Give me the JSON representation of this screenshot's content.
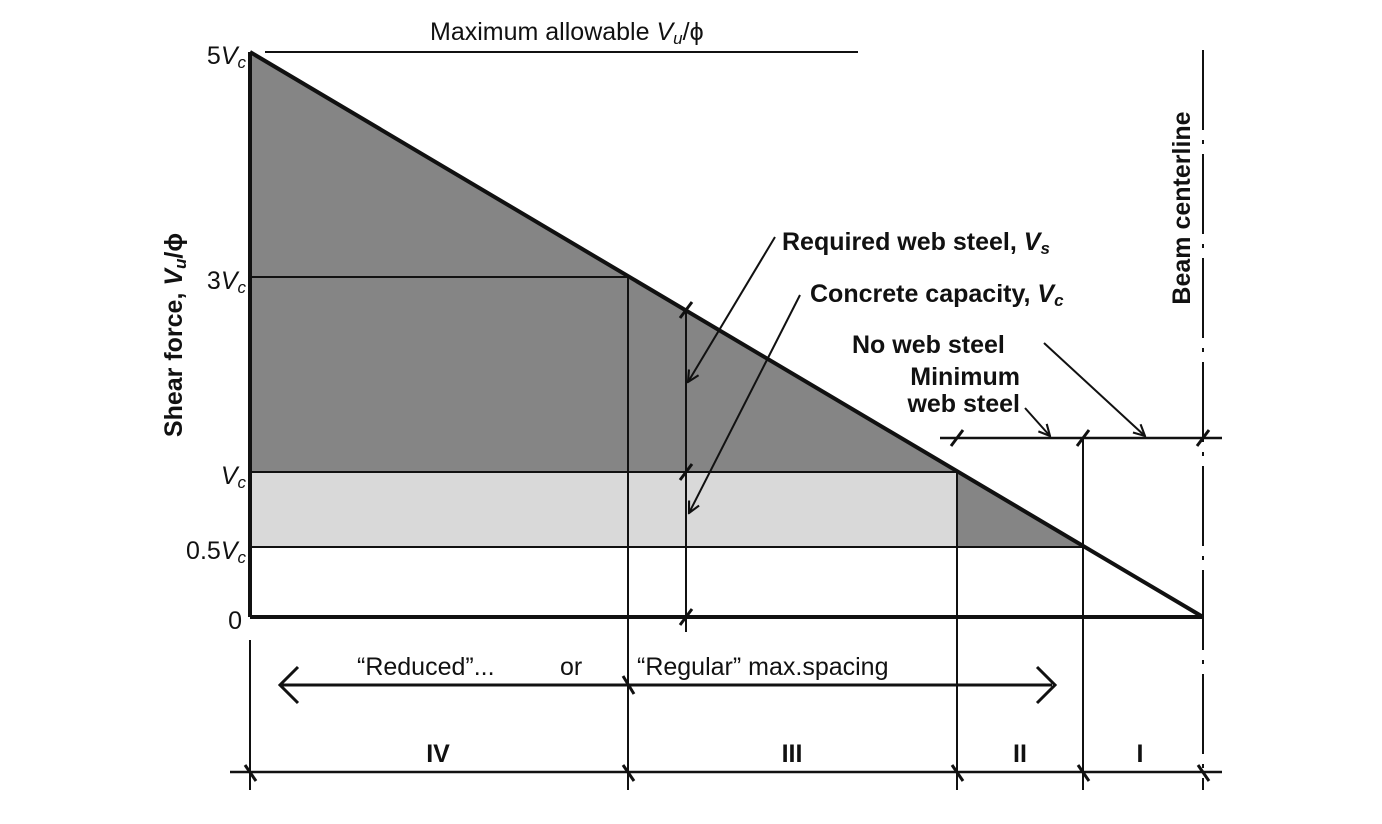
{
  "max_allowable": {
    "text": "Maximum allowable ",
    "v": "V",
    "sub": "u",
    "phi": "/ϕ"
  },
  "y_axis": {
    "title": "Shear force, ",
    "v": "V",
    "sub": "u",
    "phi": "/ϕ"
  },
  "ticks": [
    {
      "coef": "5",
      "v": "V",
      "sub": "c"
    },
    {
      "coef": "3",
      "v": "V",
      "sub": "c"
    },
    {
      "coef": "",
      "v": "V",
      "sub": "c"
    },
    {
      "coef": "0.5",
      "v": "V",
      "sub": "c"
    },
    {
      "coef": "0"
    }
  ],
  "callouts": {
    "required_web_steel": {
      "text": "Required web steel, ",
      "v": "V",
      "sub": "s"
    },
    "concrete_capacity": {
      "text": "Concrete capacity, ",
      "v": "V",
      "sub": "c"
    },
    "no_web_steel": "No web steel",
    "minimum_web_steel": [
      "Minimum",
      "web steel"
    ],
    "beam_centerline": "Beam centerline"
  },
  "spacing": {
    "reduced": "“Reduced”...",
    "or": "or",
    "regular": "“Regular” max.spacing"
  },
  "zones": [
    "IV",
    "III",
    "II",
    "I"
  ],
  "colors": {
    "dark_fill": "#858585",
    "light_fill": "#d9d9d9",
    "line": "#111111"
  }
}
